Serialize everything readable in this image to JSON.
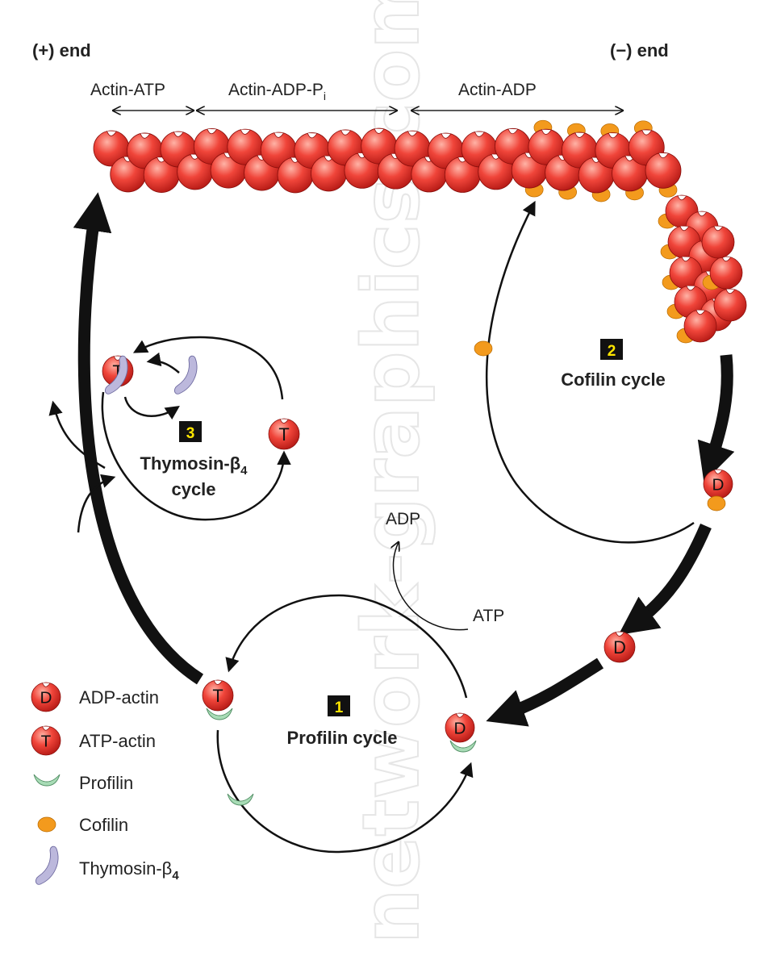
{
  "ends": {
    "plus": "(+) end",
    "minus": "(−) end"
  },
  "regions": {
    "atp": "Actin-ATP",
    "adp_pi_base": "Actin-ADP-P",
    "adp_pi_sub": "i",
    "adp": "Actin-ADP"
  },
  "cycles": {
    "profilin": {
      "number": "1",
      "title": "Profilin cycle"
    },
    "cofilin": {
      "number": "2",
      "title": "Cofilin cycle"
    },
    "thymosin": {
      "number": "3",
      "title_line1": "Thymosin-β",
      "title_sub": "4",
      "title_line2": "cycle"
    }
  },
  "nucleotide_labels": {
    "adp": "ADP",
    "atp": "ATP"
  },
  "monomer_letters": {
    "atp_actin": "T",
    "adp_actin": "D"
  },
  "legend": [
    {
      "symbol": "adp-actin",
      "letter": "D",
      "label": "ADP-actin"
    },
    {
      "symbol": "atp-actin",
      "letter": "T",
      "label": "ATP-actin"
    },
    {
      "symbol": "profilin",
      "label": "Profilin"
    },
    {
      "symbol": "cofilin",
      "label": "Cofilin"
    },
    {
      "symbol": "thymosin",
      "label_base": "Thymosin-β",
      "label_sub": "4"
    }
  ],
  "watermark": "network-graphics.com",
  "colors": {
    "actin": "#e8302a",
    "actin_highlight": "#ff9a8a",
    "cofilin": "#f39a1d",
    "profilin": "#a8dcb6",
    "thymosin": "#bcb8dc",
    "arrow": "#111111",
    "number_box": "#111111",
    "number_text": "#ffe600"
  }
}
